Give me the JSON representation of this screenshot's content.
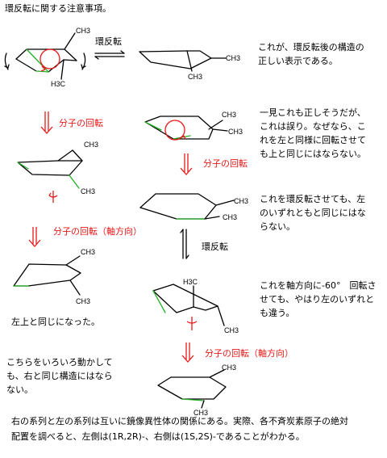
{
  "title": "環反転に関する注意事項。",
  "labels": {
    "ring_flip": "環反転",
    "molecule_rotation": "分子の回転",
    "molecule_rotation_axial": "分子の回転（軸方向）",
    "methyl": "CH3",
    "h3c": "H3C",
    "ch3_sub": "3"
  },
  "notes": {
    "n1": [
      "これが、環反転後の構造の",
      "正しい表示である。"
    ],
    "n2": [
      "一見これも正しそうだが、",
      "これは誤り。なぜなら、こ",
      "れを左と同様に回転させて",
      "も上と同じにはならない。"
    ],
    "n3": [
      "これを環反転させても、左",
      "のいずれともと同じにはな",
      "らない。"
    ],
    "n4": [
      "これを軸方向に-60°　回転さ",
      "せても、やはり左のいずれと",
      "も違う。"
    ],
    "n5": "左上と同じになった。",
    "n6": [
      "こちらをいろいろ動かして",
      "も、右と同じ構造にはなら",
      "ない。"
    ]
  },
  "footer": [
    "右の系列と左の系列は互いに鏡像異性体の関係にある。実際、各不斉炭素原子の絶対",
    "配置を調べると、左側は(1R,2R)-、右側は(1S,2S)-であることがわかる。"
  ],
  "colors": {
    "accent_red": "#e8191a",
    "bond_green": "#22b024",
    "bond_black": "#000000"
  },
  "icons": [
    "rotation-arrow-icon",
    "double-down-arrow-icon",
    "equilibrium-arrow-icon"
  ]
}
